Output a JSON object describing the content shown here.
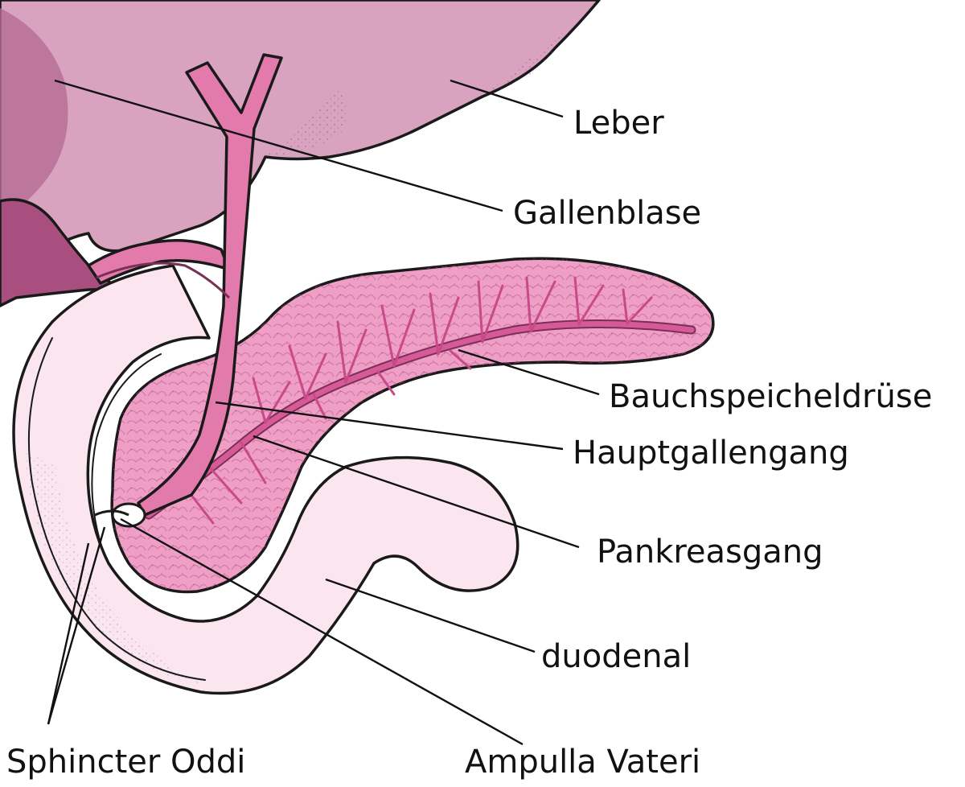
{
  "labels": {
    "leber": "Leber",
    "gallenblase": "Gallenblase",
    "bauchspeicheldruese": "Bauchspeicheldrüse",
    "hauptgallengang": "Hauptgallengang",
    "pankreasgang": "Pankreasgang",
    "duodenal": "duodenal",
    "sphincter_oddi": "Sphincter Oddi",
    "ampulla_vateri": "Ampulla Vateri"
  },
  "colors": {
    "liver": "#d9a2bf",
    "liver_dark": "#b56b93",
    "gallbladder": "#a94f80",
    "duct": "#e37aac",
    "pancreas": "#ef9fc6",
    "pancreas_duct": "#d65a98",
    "duodenum": "#fbe6f0",
    "outline": "#1a1a1a"
  }
}
